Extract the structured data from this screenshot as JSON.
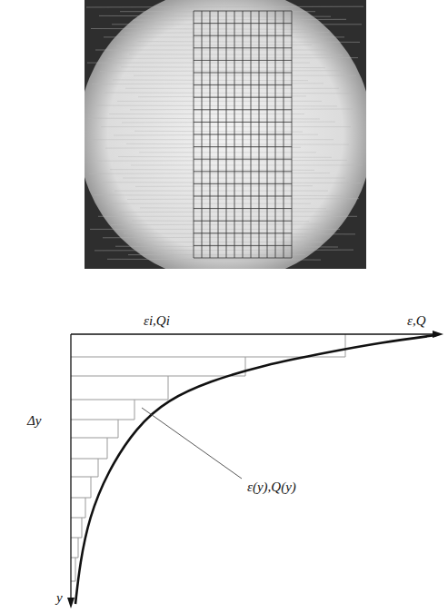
{
  "diagram": {
    "labels": [
      "εi,Qi",
      "ε,Q",
      "Δy",
      "ε(y),Q(y)",
      "y"
    ]
  }
}
